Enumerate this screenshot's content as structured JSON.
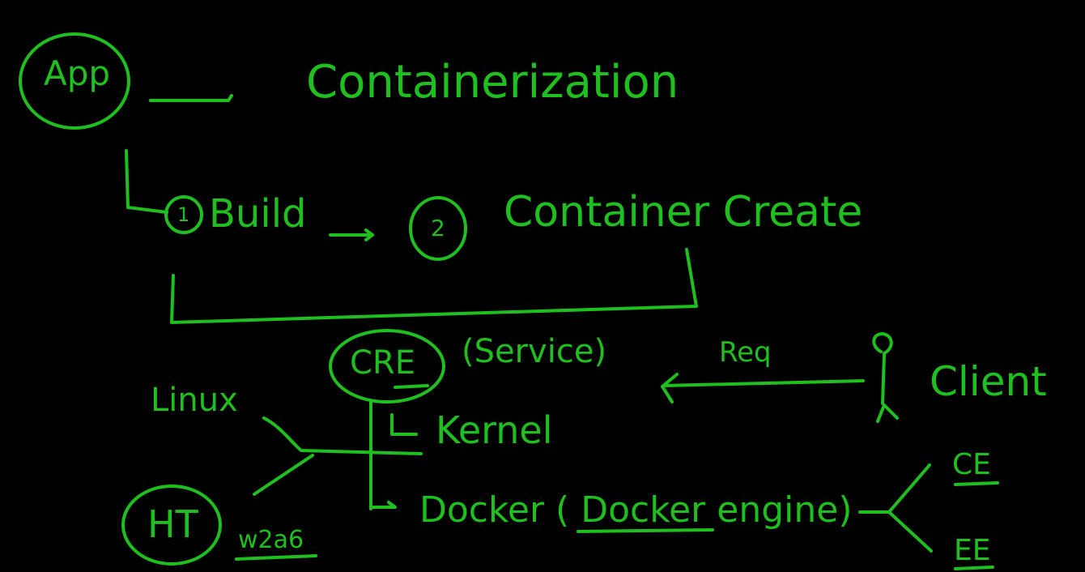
{
  "ink_color": "#1fbf1f",
  "background": "#000000",
  "labels": {
    "app": "App",
    "containerization": "Containerization",
    "step1": "1",
    "build": "Build",
    "step2": "2",
    "container_create": "Container Create",
    "cre": "CRE",
    "service": "(Service)",
    "req": "Req",
    "client": "Client",
    "linux": "Linux",
    "kernel": "Kernel",
    "ht": "HT",
    "w2a6": "w2a6",
    "docker": "Docker ( Docker engine)",
    "ce": "CE",
    "ee": "EE"
  }
}
